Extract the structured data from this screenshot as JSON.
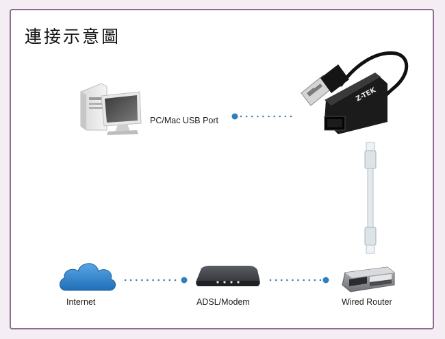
{
  "title": "連接示意圖",
  "labels": {
    "pc": "PC/Mac USB Port",
    "internet": "Internet",
    "modem": "ADSL/Modem",
    "router": "Wired Router"
  },
  "adapter": {
    "brand": "Z-TEK"
  },
  "icons": {
    "pc": "desktop-computer-icon",
    "internet": "cloud-icon",
    "modem": "modem-icon",
    "router": "router-icon",
    "adapter": "usb-ethernet-adapter-icon",
    "cable": "ethernet-cable-icon"
  },
  "colors": {
    "frame": "#8e6a92",
    "connector": "#2f7fbf",
    "cloud": "#2d7ec4"
  }
}
